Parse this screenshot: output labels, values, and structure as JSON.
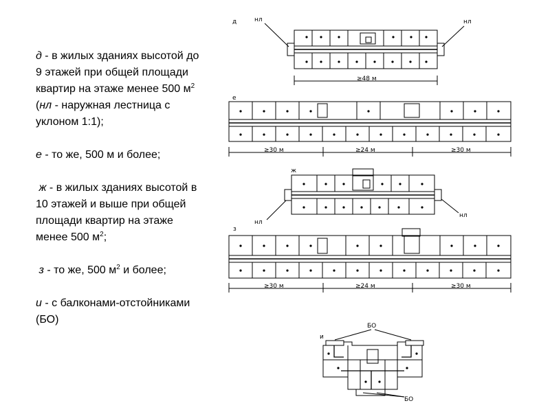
{
  "description": {
    "d": {
      "key": "д",
      "text": " - в жилых зданиях высотой до 9 этажей при общей площади квартир на этаже менее 500 м",
      "sup": "2",
      "text2": " (",
      "abbr": "нл",
      "text3": " - наружная лестница с уклоном 1:1);"
    },
    "e": {
      "key": "е",
      "text": " - то же, 500 м и более;"
    },
    "zh": {
      "key": "ж",
      "text": " - в жилых зданиях высотой в 10 этажей и выше при общей площади квартир на этаже менее 500 м",
      "sup": "2",
      "text2": ";"
    },
    "z": {
      "key": "з",
      "text": " - то же, 500 м",
      "sup": "2",
      "text2": " и более;"
    },
    "i": {
      "key": "и",
      "text": " - с балконами-отстойниками (БО)"
    }
  },
  "diagrams": {
    "d": {
      "letter": "д",
      "label_left": "нл",
      "label_right": "нл",
      "dim": "≥48 м"
    },
    "e": {
      "letter": "е",
      "dim_left": "≥30 м",
      "dim_mid": "≥24 м",
      "dim_right": "≥30 м"
    },
    "zh": {
      "letter": "ж",
      "label_left": "нл",
      "label_right": "нл"
    },
    "z": {
      "letter": "з",
      "dim_left": "≥30 м",
      "dim_mid": "≥24 м",
      "dim_right": "≥30 м"
    },
    "i": {
      "letter": "и",
      "label_top": "БО",
      "label_bottom": "БО"
    }
  }
}
